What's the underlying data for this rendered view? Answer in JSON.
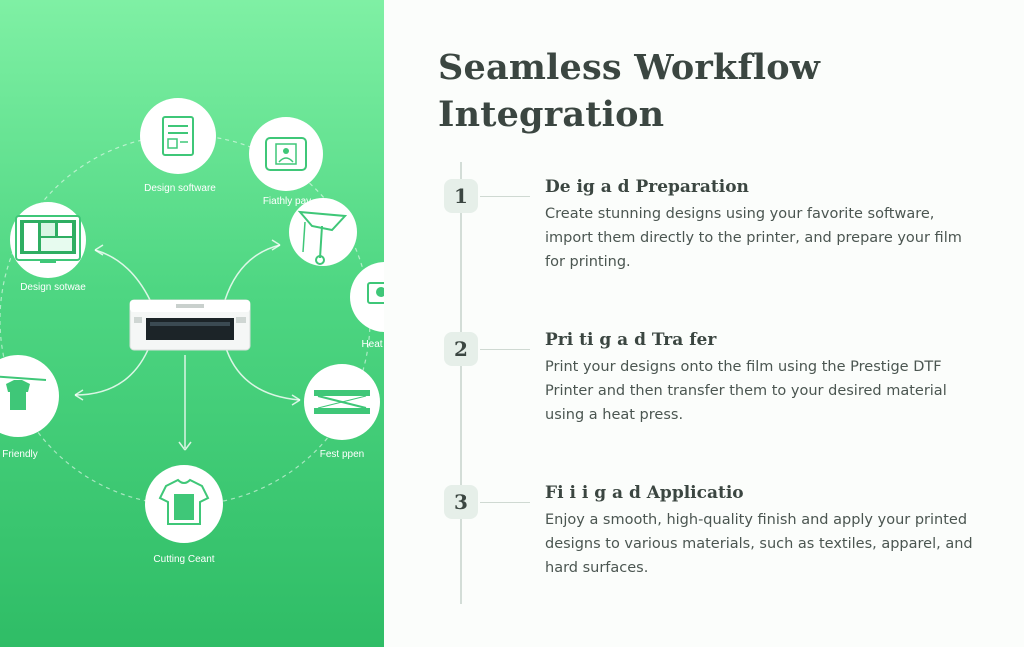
{
  "diagram": {
    "nodes": [
      {
        "label": "Design software",
        "icon": "document-icon"
      },
      {
        "label": "Fiathly pav",
        "icon": "photo-frame-icon"
      },
      {
        "label": "Design sotwae",
        "icon": "monitor-icon"
      },
      {
        "label": "",
        "icon": "press-handle-icon"
      },
      {
        "label": "Heat",
        "icon": "computer-icon"
      },
      {
        "label": "",
        "icon": "dtf-printer-icon"
      },
      {
        "label": "Friendly",
        "icon": "tshirt-icon"
      },
      {
        "label": "Fest ppen",
        "icon": "roller-icon"
      },
      {
        "label": "Cutting Ceant",
        "icon": "tshirt-icon"
      }
    ]
  },
  "title": "Seamless Workflow Integration",
  "steps": [
    {
      "number": "1",
      "title": "De ig  a d Preparation",
      "description": "Create stunning designs using your favorite software, import them directly to the printer, and prepare your film for printing."
    },
    {
      "number": "2",
      "title": "Pri ti g a d Tra  fer",
      "description": "Print your designs onto the film using the Prestige DTF Printer and then transfer them to your desired material using a heat press."
    },
    {
      "number": "3",
      "title": "Fi i  i g a d Applicatio",
      "description": "Enjoy a smooth, high-quality finish and apply your printed designs to various materials, such as textiles, apparel, and hard surfaces."
    }
  ]
}
